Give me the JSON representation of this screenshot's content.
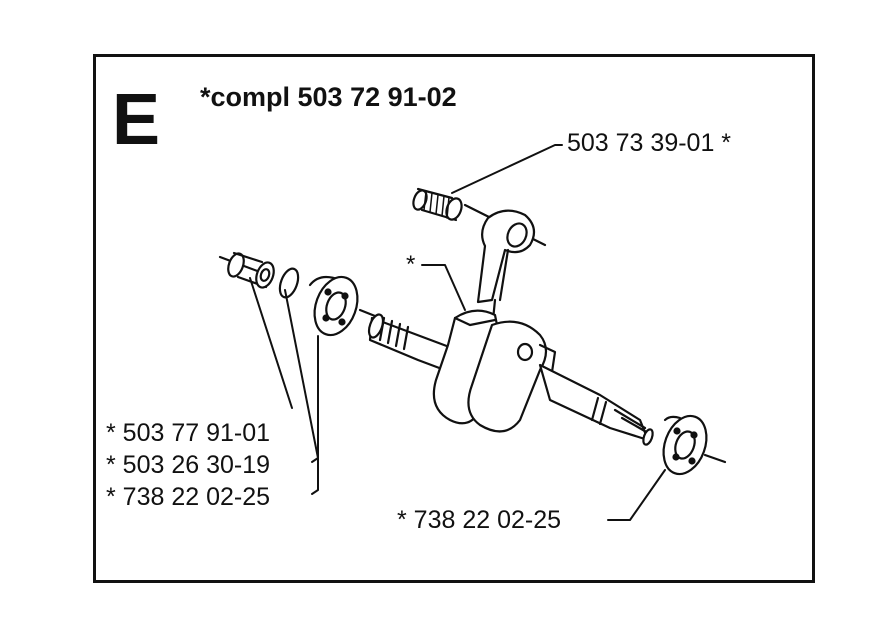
{
  "diagram": {
    "section_letter": "E",
    "kit_title": "*compl 503 72 91-02",
    "labels": {
      "needle_bearing": "503 73 39-01 *",
      "crankshaft_star": "*",
      "part_1": "* 503 77 91-01",
      "part_2": "* 503 26 30-19",
      "part_3": "* 738 22 02-25",
      "bearing_right": "* 738 22 02-25"
    }
  }
}
